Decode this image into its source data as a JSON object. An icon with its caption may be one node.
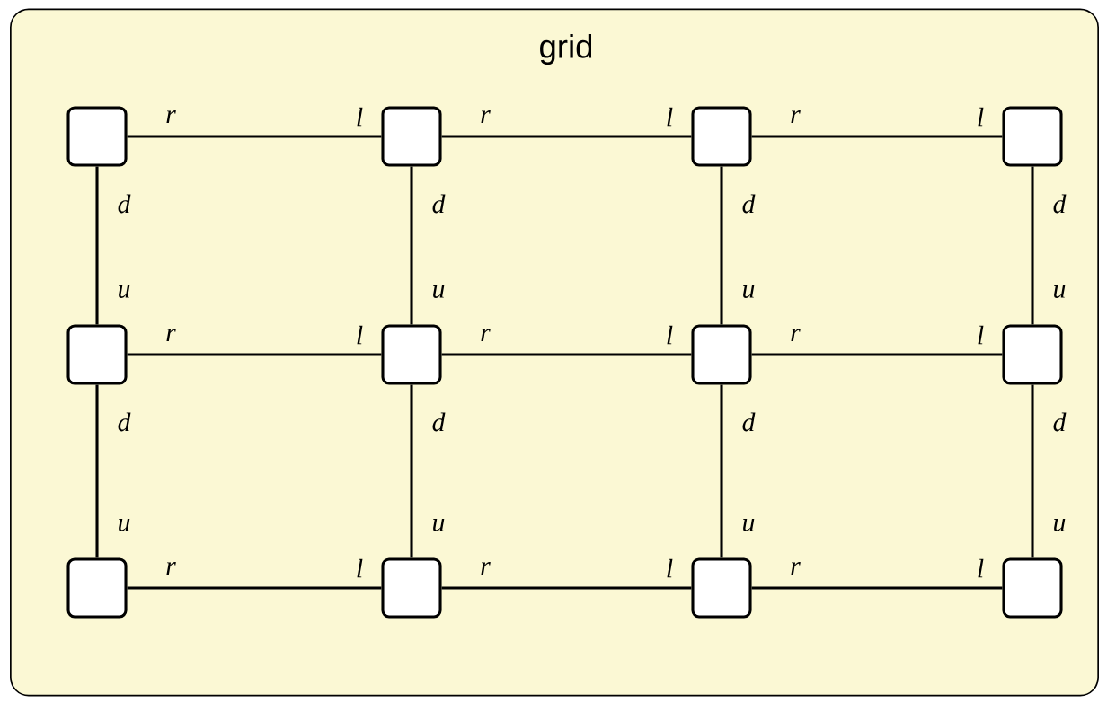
{
  "diagram": {
    "nodes": [
      {
        "text": [
          "grid"
        ]
      },
      {
        "text": [],
        "shape": "box",
        "in": 0
      },
      {
        "text": [],
        "shape": "box",
        "in": 0
      },
      {
        "text": [],
        "shape": "box",
        "in": 0
      },
      {
        "text": [],
        "shape": "box",
        "in": 0
      },
      {
        "text": [],
        "shape": "box",
        "in": 0
      },
      {
        "text": [],
        "shape": "box",
        "in": 0
      },
      {
        "text": [],
        "shape": "box",
        "in": 0
      },
      {
        "text": [],
        "shape": "box",
        "in": 0
      },
      {
        "text": [],
        "shape": "box",
        "in": 0
      },
      {
        "text": [],
        "shape": "box",
        "in": 0
      },
      {
        "text": [],
        "shape": "box",
        "in": 0
      },
      {
        "text": [],
        "shape": "box",
        "in": 0
      }
    ],
    "edges": [
      {
        "from": 1,
        "to": 2,
        "arrow": "none"
      },
      {
        "from": 2,
        "to": 3,
        "arrow": "none"
      },
      {
        "from": 3,
        "to": 4,
        "arrow": "none"
      },
      {
        "from": 1,
        "to": 5,
        "arrow": "none"
      },
      {
        "from": 2,
        "to": 6,
        "arrow": "none"
      },
      {
        "from": 3,
        "to": 7,
        "arrow": "none"
      },
      {
        "from": 4,
        "to": 8,
        "arrow": "none"
      },
      {
        "from": 5,
        "to": 6,
        "arrow": "none"
      },
      {
        "from": 6,
        "to": 7,
        "arrow": "none"
      },
      {
        "from": 7,
        "to": 8,
        "arrow": "none"
      },
      {
        "from": 5,
        "to": 9,
        "arrow": "none"
      },
      {
        "from": 6,
        "to": 10,
        "arrow": "none"
      },
      {
        "from": 7,
        "to": 11,
        "arrow": "none"
      },
      {
        "from": 8,
        "to": 12,
        "arrow": "none"
      },
      {
        "from": 9,
        "to": 10,
        "arrow": "none"
      },
      {
        "from": 10,
        "to": 11,
        "arrow": "none"
      },
      {
        "from": 11,
        "to": 12,
        "arrow": "none"
      }
    ],
    "labels": [
      "r",
      "l",
      "r",
      "l",
      "r",
      "l",
      "d",
      "d",
      "d",
      "d",
      "u",
      "u",
      "u",
      "u",
      "r",
      "l",
      "r",
      "l",
      "r",
      "l",
      "d",
      "d",
      "d",
      "d",
      "u",
      "u",
      "u",
      "u",
      "r",
      "l",
      "r",
      "l",
      "r",
      "l"
    ]
  }
}
